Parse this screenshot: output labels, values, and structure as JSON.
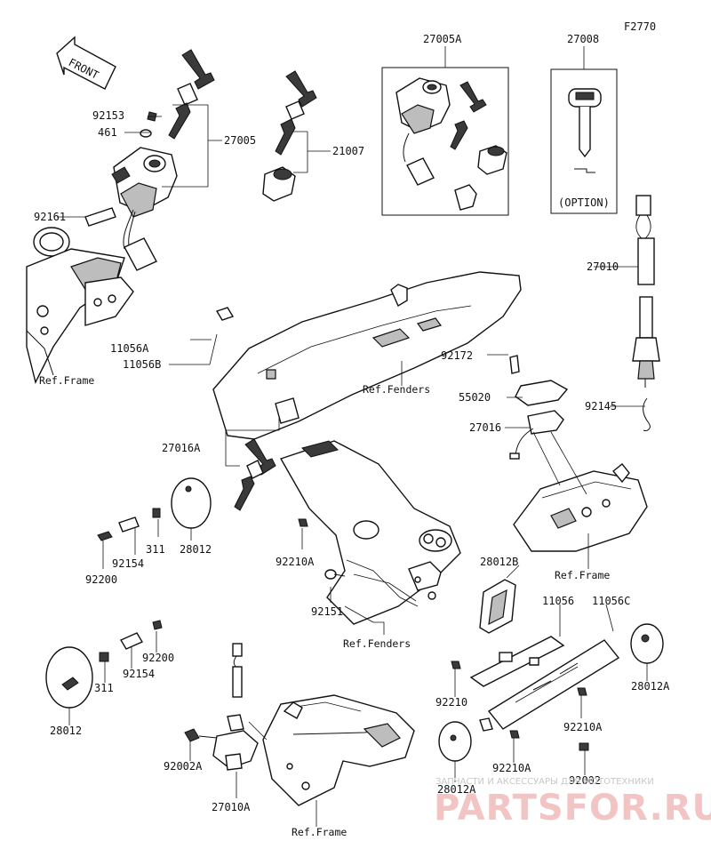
{
  "diagram_code": "F2770",
  "front_label": "FRONT",
  "option_label": "(OPTION)",
  "refs": {
    "frame": "Ref.Frame",
    "fenders": "Ref.Fenders"
  },
  "parts": {
    "p27005A": "27005A",
    "p27008": "27008",
    "p92153": "92153",
    "p461": "461",
    "p27005": "27005",
    "p21007": "21007",
    "p92161": "92161",
    "p27010": "27010",
    "p11056A": "11056A",
    "p11056B": "11056B",
    "p92172": "92172",
    "p55020": "55020",
    "p92145": "92145",
    "p27016": "27016",
    "p27016A": "27016A",
    "p311": "311",
    "p28012": "28012",
    "p92154": "92154",
    "p92200": "92200",
    "p92210A": "92210A",
    "p28012B": "28012B",
    "p92151": "92151",
    "p11056": "11056",
    "p11056C": "11056C",
    "p92210": "92210",
    "p28012A": "28012A",
    "p92002": "92002",
    "p92002A": "92002A",
    "p27010A": "27010A"
  },
  "watermark": {
    "line1": "ЗАПЧАСТИ И АКСЕССУАРЫ ДЛЯ МОТОТЕХНИКИ",
    "line2": "PARTSFOR.RU"
  }
}
